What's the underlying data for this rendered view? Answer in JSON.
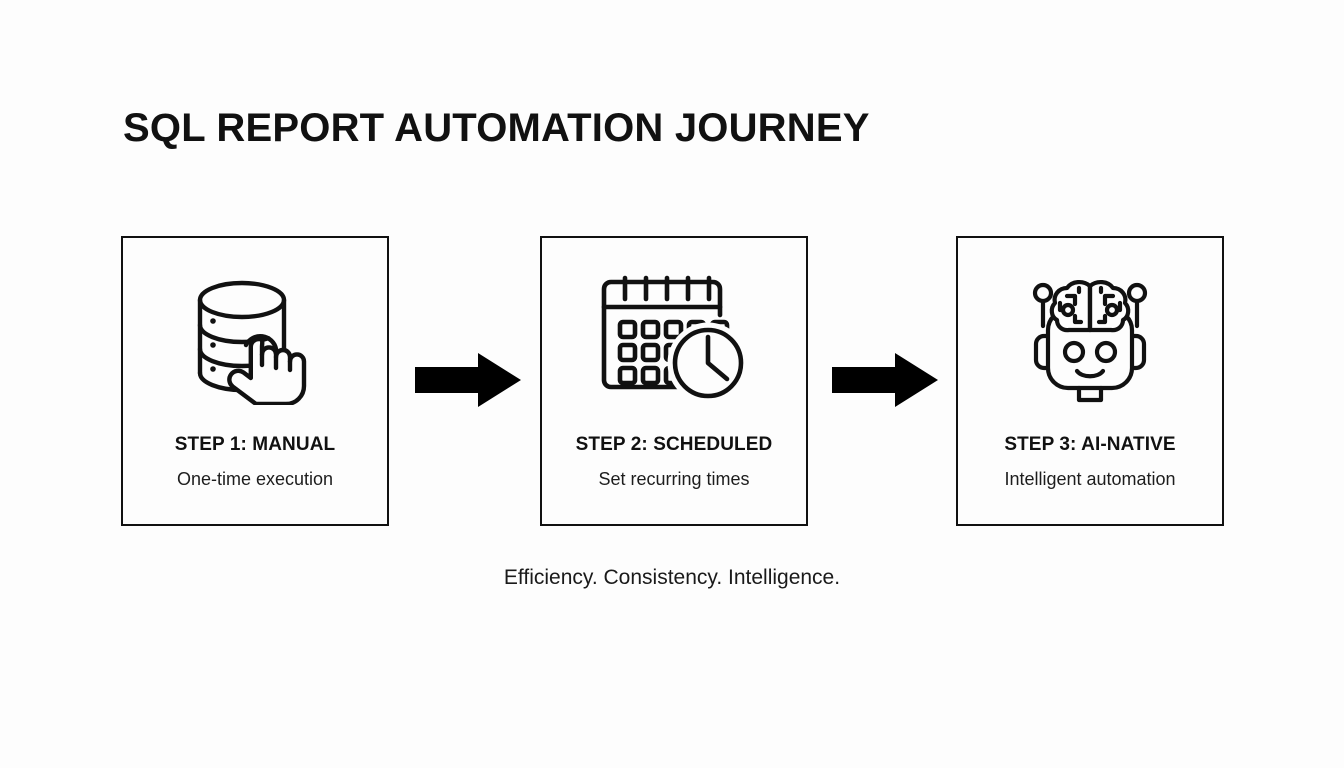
{
  "page": {
    "title": "SQL REPORT AUTOMATION JOURNEY",
    "tagline": "Efficiency. Consistency. Intelligence.",
    "background_color": "#fdfdfd",
    "ink_color": "#111111"
  },
  "flow": {
    "steps": [
      {
        "title": "STEP 1: MANUAL",
        "subtitle": "One-time execution",
        "icon": "database-hand-click-icon"
      },
      {
        "title": "STEP 2: SCHEDULED",
        "subtitle": "Set recurring times",
        "icon": "calendar-clock-icon"
      },
      {
        "title": "STEP 3: AI-NATIVE",
        "subtitle": "Intelligent automation",
        "icon": "robot-brain-icon"
      }
    ],
    "connectors": [
      {
        "icon": "arrow-right-icon"
      },
      {
        "icon": "arrow-right-icon"
      }
    ]
  }
}
